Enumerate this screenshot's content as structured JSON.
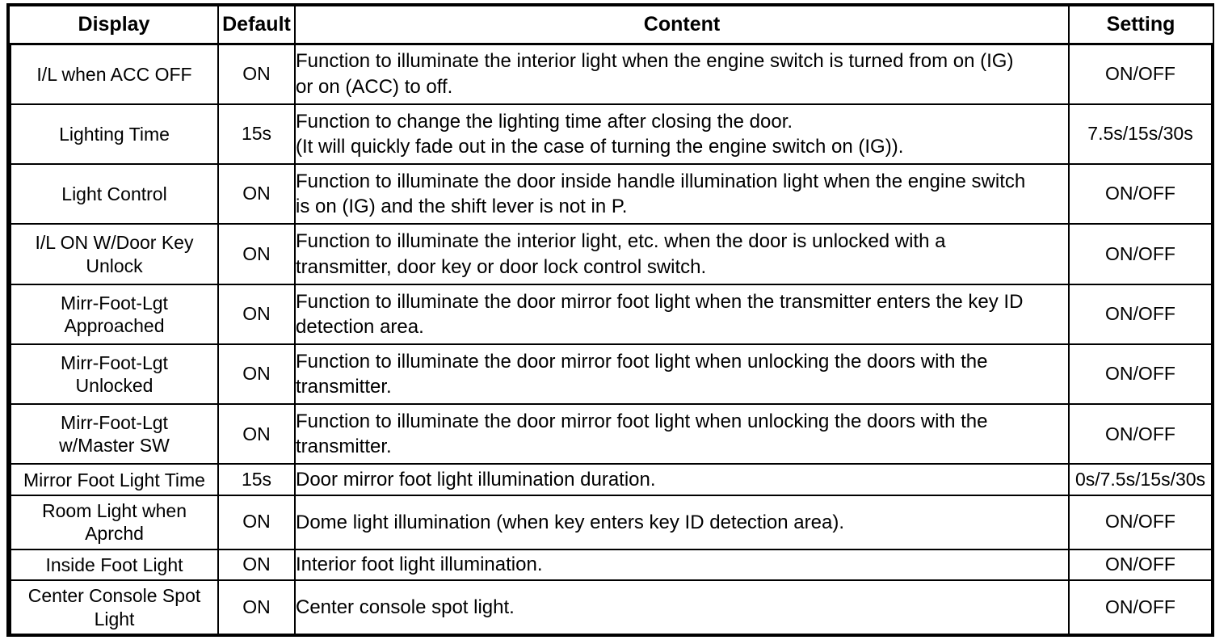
{
  "table": {
    "headers": {
      "display": "Display",
      "default": "Default",
      "content": "Content",
      "setting": "Setting"
    },
    "rows": [
      {
        "display_lines": [
          "I/L when ACC OFF"
        ],
        "default": "ON",
        "content_lines": [
          "Function to illuminate the interior light when the engine switch is turned from on (IG)",
          "or on (ACC) to off."
        ],
        "setting": "ON/OFF"
      },
      {
        "display_lines": [
          "Lighting Time"
        ],
        "default": "15s",
        "content_lines": [
          "Function to change the lighting time after closing the door.",
          "(It will quickly fade out in the case of turning the engine switch on (IG))."
        ],
        "setting": "7.5s/15s/30s"
      },
      {
        "display_lines": [
          "Light Control"
        ],
        "default": "ON",
        "content_lines": [
          "Function to illuminate the door inside handle illumination light when the engine switch",
          "is on (IG) and the shift lever is not in P."
        ],
        "setting": "ON/OFF"
      },
      {
        "display_lines": [
          "I/L ON W/Door Key",
          "Unlock"
        ],
        "default": "ON",
        "content_lines": [
          "Function to illuminate the interior light, etc. when the door is unlocked with a",
          "transmitter, door key or door lock control switch."
        ],
        "setting": "ON/OFF"
      },
      {
        "display_lines": [
          "Mirr-Foot-Lgt",
          "Approached"
        ],
        "default": "ON",
        "content_lines": [
          "Function to illuminate the door mirror foot light when the transmitter enters the key ID",
          "detection area."
        ],
        "setting": "ON/OFF"
      },
      {
        "display_lines": [
          "Mirr-Foot-Lgt",
          "Unlocked"
        ],
        "default": "ON",
        "content_lines": [
          "Function to illuminate the door mirror foot light when unlocking the doors with the",
          "transmitter."
        ],
        "setting": "ON/OFF"
      },
      {
        "display_lines": [
          "Mirr-Foot-Lgt",
          "w/Master SW"
        ],
        "default": "ON",
        "content_lines": [
          "Function to illuminate the door mirror foot light when unlocking the doors with the",
          "transmitter."
        ],
        "setting": "ON/OFF"
      },
      {
        "display_lines": [
          "Mirror Foot Light Time"
        ],
        "default": "15s",
        "content_lines": [
          "Door mirror foot light illumination duration."
        ],
        "setting": "0s/7.5s/15s/30s"
      },
      {
        "display_lines": [
          "Room Light when",
          "Aprchd"
        ],
        "default": "ON",
        "content_lines": [
          "Dome light illumination (when key enters key ID detection area)."
        ],
        "setting": "ON/OFF"
      },
      {
        "display_lines": [
          "Inside Foot Light"
        ],
        "default": "ON",
        "content_lines": [
          "Interior foot light illumination."
        ],
        "setting": "ON/OFF"
      },
      {
        "display_lines": [
          "Center Console Spot",
          "Light"
        ],
        "default": "ON",
        "content_lines": [
          "Center console spot light."
        ],
        "setting": "ON/OFF"
      }
    ]
  },
  "style": {
    "border_color": "#000000",
    "text_color": "#000000",
    "background": "#ffffff"
  }
}
